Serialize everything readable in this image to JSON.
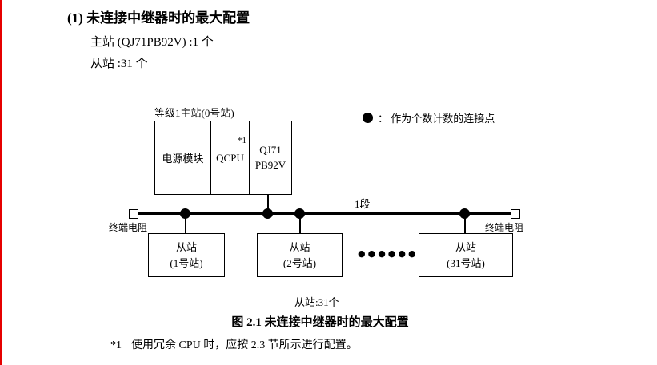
{
  "colors": {
    "accent_bar": "#e60000",
    "line": "#000000"
  },
  "header": {
    "title": "(1) 未连接中继器时的最大配置",
    "master_line": "主站 (QJ71PB92V) :1 个",
    "slave_line": "从站 :31 个"
  },
  "diagram": {
    "master_label": "等级1主站(0号站)",
    "master": {
      "power": "电源模块",
      "qcpu": "QCPU",
      "note": "*1",
      "qj71_line1": "QJ71",
      "qj71_line2": "PB92V"
    },
    "legend_text": "：  作为个数计数的连接点",
    "segment_label": "1段",
    "terminator_left": "终端电阻",
    "terminator_right": "终端电阻",
    "slaves": [
      {
        "line1": "从站",
        "line2": "(1号站)"
      },
      {
        "line1": "从站",
        "line2": "(2号站)"
      },
      {
        "line1": "从站",
        "line2": "(31号站)"
      }
    ],
    "ellipsis": "●●●●●●",
    "slave_count": "从站:31个"
  },
  "caption": "图 2.1  未连接中继器时的最大配置",
  "footnote": {
    "marker": "*1",
    "text": "使用冗余 CPU 时，应按 2.3 节所示进行配置。"
  }
}
